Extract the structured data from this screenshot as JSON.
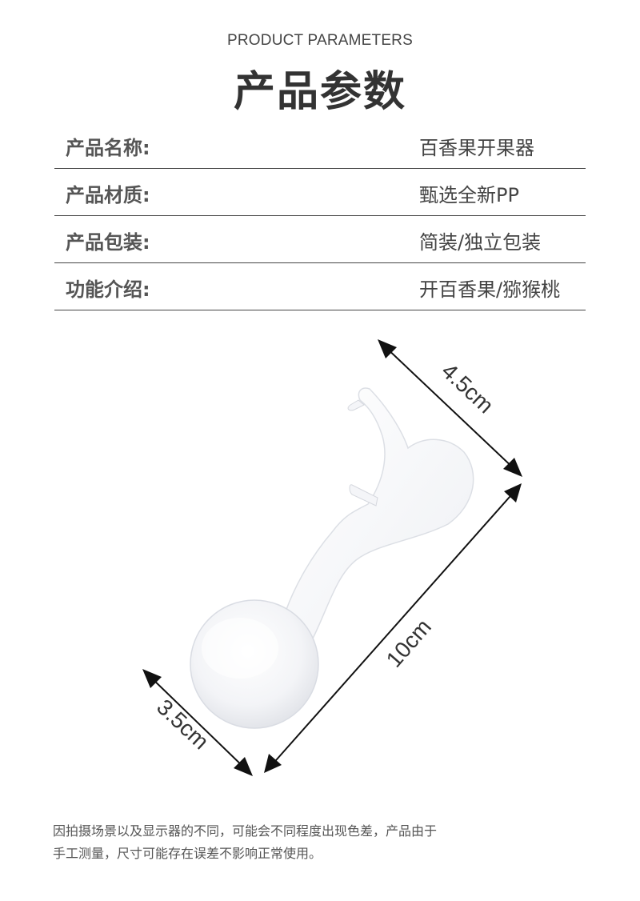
{
  "header": {
    "subtitle": "PRODUCT PARAMETERS",
    "title": "产品参数"
  },
  "params": [
    {
      "label": "产品名称:",
      "value": "百香果开果器"
    },
    {
      "label": "产品材质:",
      "value": "甄选全新PP"
    },
    {
      "label": "产品包装:",
      "value": "简装/独立包装"
    },
    {
      "label": "功能介绍:",
      "value": "开百香果/猕猴桃"
    }
  ],
  "dimensions": {
    "width_label": "4.5cm",
    "length_label": "10cm",
    "spoon_label": "3.5cm"
  },
  "note": {
    "line1": "因拍摄场景以及显示器的不同，可能会不同程度出现色差，产品由于",
    "line2": "手工测量，尺寸可能存在误差不影响正常使用。"
  }
}
